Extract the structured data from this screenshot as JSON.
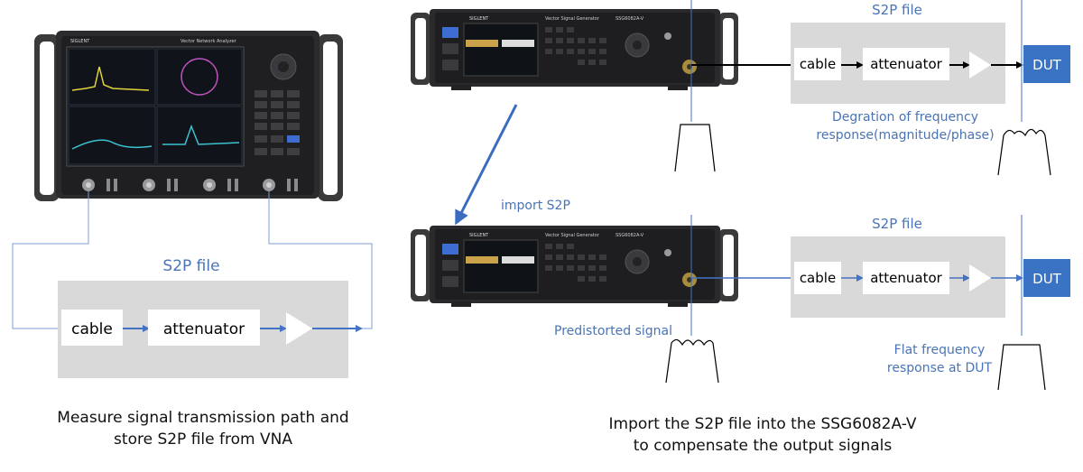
{
  "left_panel": {
    "s2p_label": "S2P file",
    "cable_label": "cable",
    "attenuator_label": "attenuator",
    "caption_line1": "Measure signal transmission path and",
    "caption_line2": "store S2P file from VNA"
  },
  "vna": {
    "brand": "SIGLENT",
    "title": "Vector Network Analyzer"
  },
  "signal_generator": {
    "brand": "SIGLENT",
    "title": "Vector Signal Generator",
    "model_badge": "SSG6082A-V"
  },
  "top_path": {
    "s2p_label": "S2P file",
    "cable_label": "cable",
    "attenuator_label": "attenuator",
    "dut_label": "DUT",
    "note_line1": "Degration of frequency",
    "note_line2": "response(magnitude/phase)"
  },
  "import_label": "import S2P",
  "bottom_path": {
    "s2p_label": "S2P file",
    "cable_label": "cable",
    "attenuator_label": "attenuator",
    "dut_label": "DUT",
    "predistorted_label": "Predistorted signal",
    "note_line1": "Flat frequency",
    "note_line2": "response at DUT"
  },
  "right_caption": {
    "line1": "Import the S2P file into the SSG6082A-V",
    "line2": "to compensate the output signals"
  },
  "colors": {
    "accent_blue": "#4472c4",
    "dut_blue": "#3a72c4",
    "panel_gray": "#d9d9d9",
    "label_blue": "#4a74b5"
  }
}
